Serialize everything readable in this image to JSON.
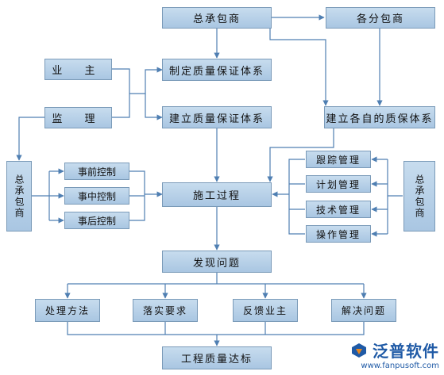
{
  "nodes": {
    "general_contractor_top": "总承包商",
    "subcontractors": "各分包商",
    "owner": "业  主",
    "supervisor": "监  理",
    "formulate_qa_system": "制定质量保证体系",
    "establish_qa_system": "建立质量保证体系",
    "establish_own_qa_system": "建立各自的质保体系",
    "general_contractor_left": "总承包商",
    "general_contractor_right": "总承包商",
    "pre_control": "事前控制",
    "mid_control": "事中控制",
    "post_control": "事后控制",
    "construction_process": "施工过程",
    "tracking_management": "跟踪管理",
    "planning_management": "计划管理",
    "technical_management": "技术管理",
    "operation_management": "操作管理",
    "find_problems": "发现问题",
    "handling_method": "处理方法",
    "implement_requirements": "落实要求",
    "feedback_owner": "反馈业主",
    "solve_problems": "解决问题",
    "quality_target": "工程质量达标"
  },
  "watermark": {
    "brand": "泛普软件",
    "url": "www.fanpusoft.com"
  },
  "colors": {
    "box_fill_top": "#c7dcee",
    "box_fill_bottom": "#a9c6e2",
    "box_border": "#7a9ab8",
    "line": "#4f7fb2",
    "brand": "#1f5aa6",
    "logo_accent": "#e8871e"
  }
}
